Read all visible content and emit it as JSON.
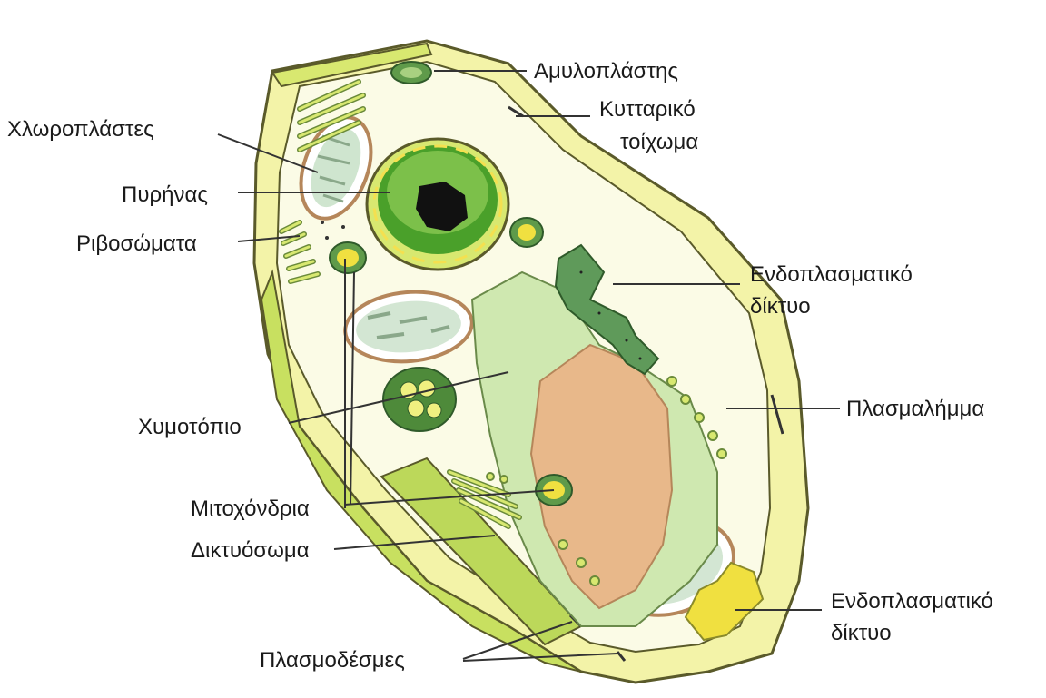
{
  "diagram": {
    "labels": {
      "amyloplast": "Αμυλοπλάστης",
      "cell_wall_1": "Κυτταρικό",
      "cell_wall_2": "τοίχωμα",
      "chloroplasts": "Χλωροπλάστες",
      "nucleus": "Πυρήνας",
      "ribosomes": "Ριβοσώματα",
      "er_top_1": "Ενδοπλασματικό",
      "er_top_2": "δίκτυο",
      "plasma_membrane": "Πλασμαλήμμα",
      "vacuole": "Χυμοτόπιο",
      "mitochondria": "Μιτοχόνδρια",
      "golgi": "Δικτυόσωμα",
      "er_bottom_1": "Ενδοπλασματικό",
      "er_bottom_2": "δίκτυο",
      "plasmodesmata": "Πλασμοδέσμες"
    },
    "colors": {
      "cell_wall": "#f3f3a8",
      "cell_wall_outline": "#5a5a2a",
      "cytoplasm": "#fbfbe6",
      "chloroplast_green": "#4e8a3a",
      "nucleus_green": "#4aa02a",
      "nucleolus": "#111111",
      "vacuole": "#cfe8b0",
      "vacuole_inner": "#e8b88a",
      "er": "#5f9a5a",
      "mitochondria": "#f0e040"
    }
  }
}
